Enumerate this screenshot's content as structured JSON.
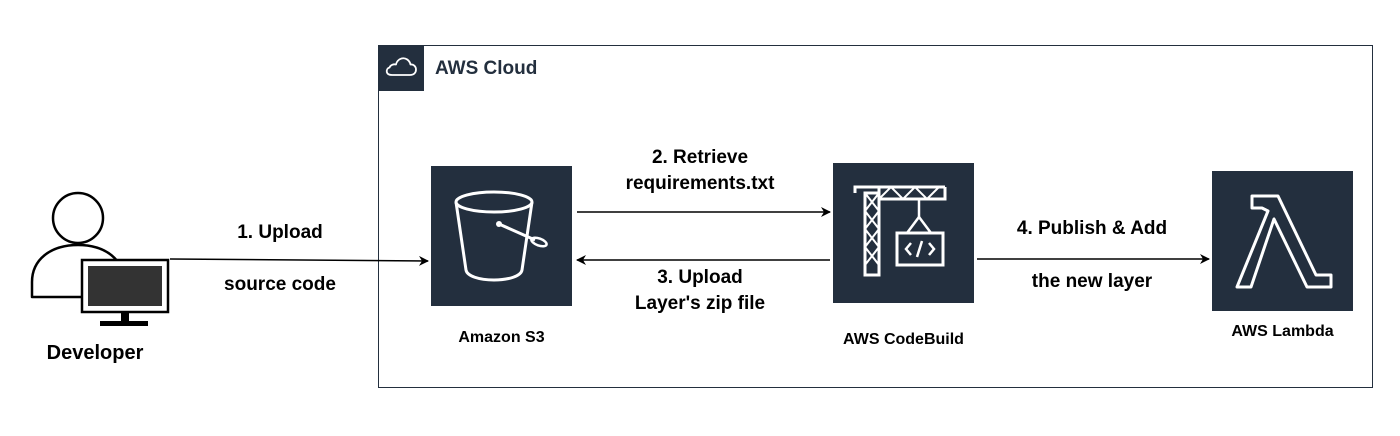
{
  "cloud": {
    "title": "AWS Cloud",
    "icon": "cloud-icon",
    "border_color": "#232f3e"
  },
  "actor": {
    "label": "Developer",
    "icon": "developer-at-computer-icon"
  },
  "services": {
    "s3": {
      "label": "Amazon S3",
      "icon": "s3-bucket-icon"
    },
    "codebuild": {
      "label": "AWS CodeBuild",
      "icon": "codebuild-crane-icon"
    },
    "lambda": {
      "label": "AWS Lambda",
      "icon": "lambda-icon"
    }
  },
  "edges": {
    "upload_source": {
      "line1": "1. Upload",
      "line2": "source code"
    },
    "retrieve": {
      "line1": "2. Retrieve",
      "line2": "requirements.txt"
    },
    "upload_layer": {
      "line1": "3. Upload",
      "line2": "Layer's zip file"
    },
    "publish": {
      "line1": "4. Publish & Add",
      "line2": "the new layer"
    }
  },
  "colors": {
    "tile_background": "#232f3e",
    "icon_stroke": "#ffffff",
    "arrow": "#000000"
  }
}
